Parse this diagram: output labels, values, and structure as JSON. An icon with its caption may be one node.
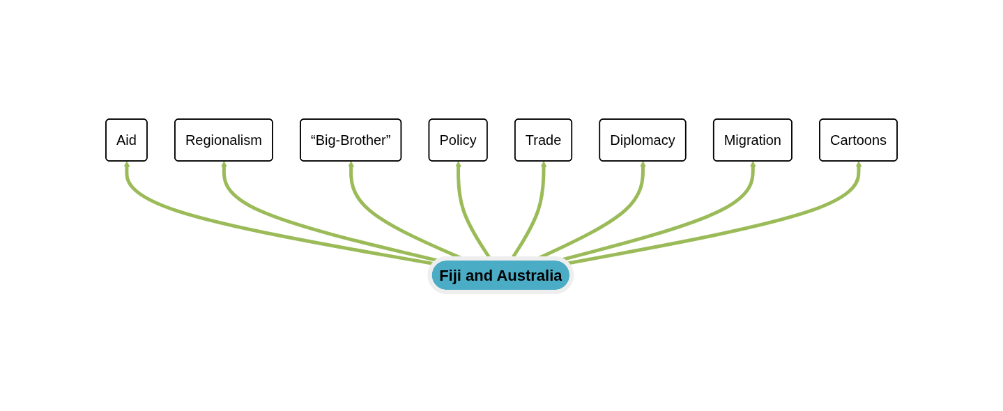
{
  "diagram": {
    "nodes": [
      {
        "text": [
          "Fiji and Australia"
        ]
      },
      {
        "text": [
          "Aid"
        ]
      },
      {
        "text": [
          "Regionalism"
        ]
      },
      {
        "text": [
          "“Big-Brother”"
        ]
      },
      {
        "text": [
          "Policy"
        ]
      },
      {
        "text": [
          "Trade"
        ]
      },
      {
        "text": [
          "Diplomacy"
        ]
      },
      {
        "text": [
          "Migration"
        ]
      },
      {
        "text": [
          "Cartoons"
        ]
      }
    ],
    "edges": [
      {
        "from": 0,
        "to": 1,
        "arrow": "to"
      },
      {
        "from": 0,
        "to": 2,
        "arrow": "to"
      },
      {
        "from": 0,
        "to": 3,
        "arrow": "to"
      },
      {
        "from": 0,
        "to": 4,
        "arrow": "to"
      },
      {
        "from": 0,
        "to": 5,
        "arrow": "to"
      },
      {
        "from": 0,
        "to": 6,
        "arrow": "to"
      },
      {
        "from": 0,
        "to": 7,
        "arrow": "to"
      },
      {
        "from": 0,
        "to": 8,
        "arrow": "to"
      }
    ]
  }
}
